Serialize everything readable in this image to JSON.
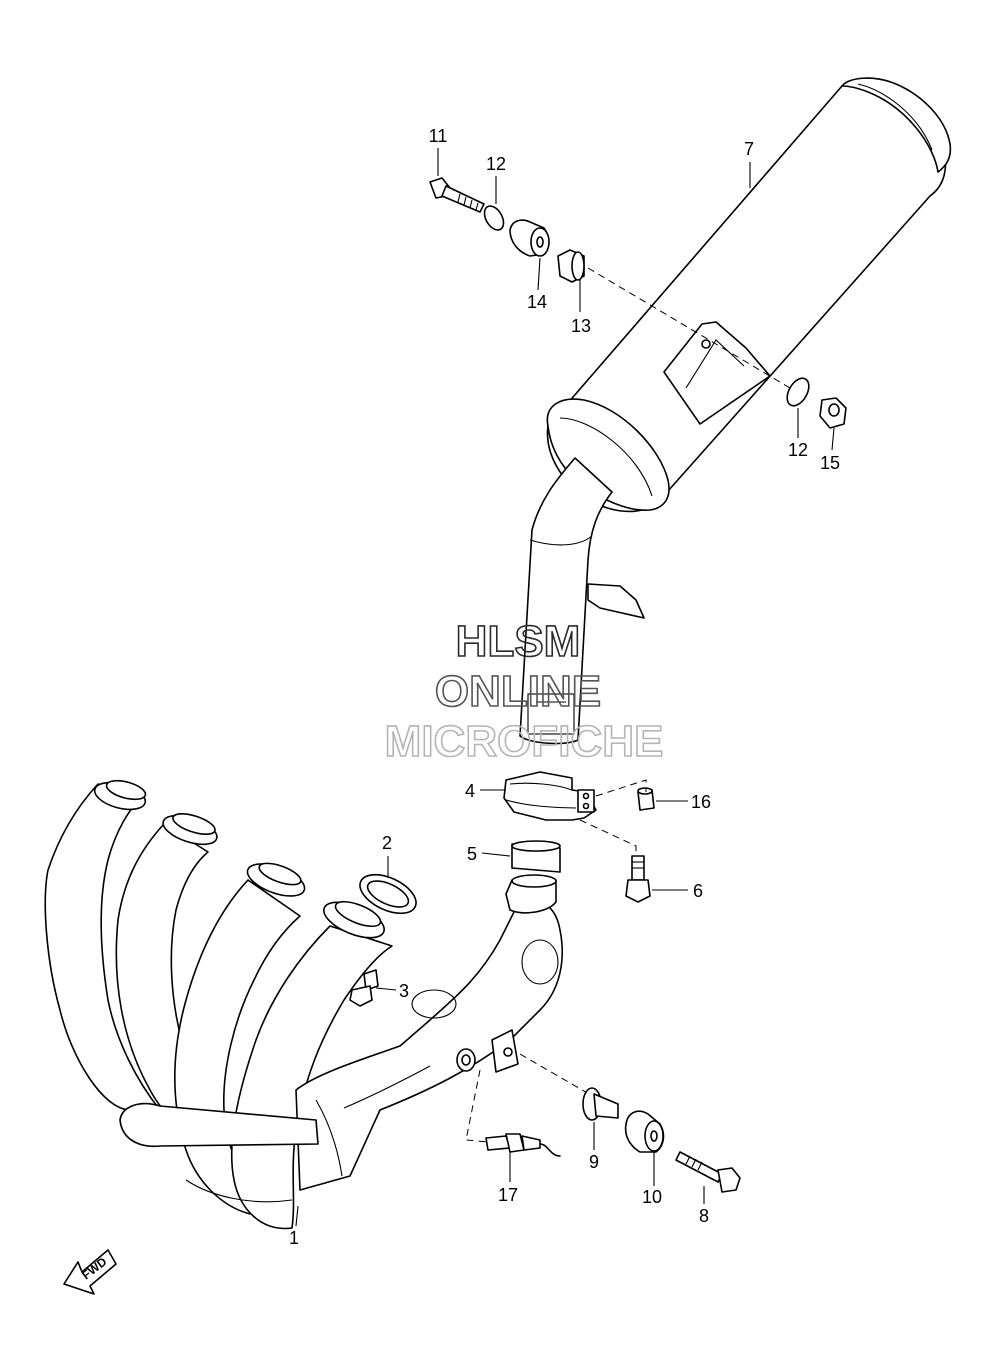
{
  "watermark": {
    "line1": "HLSM",
    "line2": "ONLINE",
    "line3": "MICROFICHE",
    "colors": {
      "line1": "#2b2b2b",
      "line2": "#555555",
      "line3": "#b5b5b5"
    }
  },
  "fwd_label": "FWD",
  "callouts": [
    {
      "id": "1",
      "label": "1"
    },
    {
      "id": "2",
      "label": "2"
    },
    {
      "id": "3",
      "label": "3"
    },
    {
      "id": "4",
      "label": "4"
    },
    {
      "id": "5",
      "label": "5"
    },
    {
      "id": "6",
      "label": "6"
    },
    {
      "id": "7",
      "label": "7"
    },
    {
      "id": "8",
      "label": "8"
    },
    {
      "id": "9",
      "label": "9"
    },
    {
      "id": "10",
      "label": "10"
    },
    {
      "id": "11",
      "label": "11"
    },
    {
      "id": "12a",
      "label": "12"
    },
    {
      "id": "12b",
      "label": "12"
    },
    {
      "id": "13",
      "label": "13"
    },
    {
      "id": "14",
      "label": "14"
    },
    {
      "id": "15",
      "label": "15"
    },
    {
      "id": "16",
      "label": "16"
    },
    {
      "id": "17",
      "label": "17"
    }
  ]
}
